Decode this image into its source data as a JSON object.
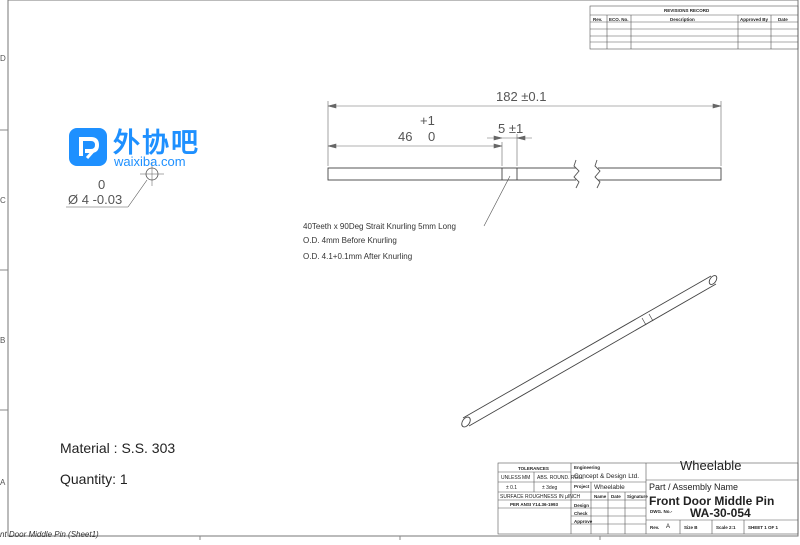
{
  "dimensions": {
    "overall": "182 ±0.1",
    "knurl_width": "5 ±1",
    "position_upper": "+1",
    "position_value": "46",
    "position_lower": "0",
    "diameter_upper": "0",
    "diameter_value": "Ø 4 -0.03"
  },
  "notes": [
    "40Teeth x 90Deg Strait Knurling 5mm Long",
    "O.D. 4mm Before Knurling",
    "O.D. 4.1+0.1mm After Knurling"
  ],
  "material": "Material : S.S. 303",
  "quantity": "Quantity: 1",
  "watermark": {
    "brand": "外协吧",
    "url": "waixiba.com",
    "color": "#1e90ff"
  },
  "revisions": {
    "title": "REVISIONS RECORD",
    "columns": [
      "Rev.",
      "ECO. No.",
      "Description",
      "Approved By",
      "Date"
    ]
  },
  "title_block": {
    "tolerances": "TOLERANCES",
    "tol_linear": "± 0.1",
    "tol_angular": "± 3deg",
    "unless": "UNLESS",
    "mm": "MM",
    "abs": "ABS. ROUND. ROLL",
    "surface": "SURFACE ROUGHNESS IN µINCH",
    "per_ansi": "PER ANSI Y14.36-1993",
    "engineering": "Engineering",
    "company": "Concept & Design Ltd.",
    "project": "Project",
    "project_value": "Wheelable",
    "name": "Name",
    "date": "Date",
    "signature": "Signature",
    "design": "Design",
    "check": "Check",
    "approve": "Approve",
    "client": "Wheelable",
    "part_label": "Part / Assembly Name",
    "part_name": "Front Door Middle Pin",
    "dwg_label": "DWG. No.-",
    "dwg_no": "WA-30-054",
    "rev_label": "Rev.",
    "rev_value": "A",
    "size": "Size B",
    "scale": "Scale 2:1",
    "sheet": "SHEET 1 OF 1"
  },
  "sheet_tab": "nt Door Middle Pin (Sheet1)",
  "border_marks": [
    "D",
    "C",
    "B",
    "A"
  ]
}
